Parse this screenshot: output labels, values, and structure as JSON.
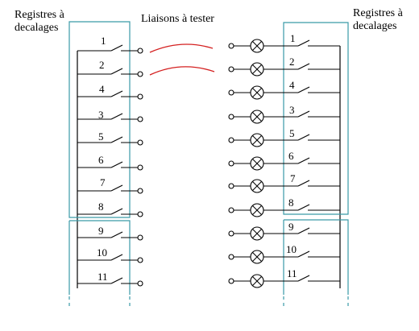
{
  "header": {
    "left_label_line1": "Registres à",
    "left_label_line2": "decalages",
    "center_label": "Liaisons à tester",
    "right_label_line1": "Registres à",
    "right_label_line2": "decalages"
  },
  "left_switches": [
    "1",
    "2",
    "4",
    "3",
    "5",
    "6",
    "7",
    "8",
    "9",
    "10",
    "11"
  ],
  "right_switches": [
    "1",
    "2",
    "4",
    "3",
    "5",
    "6",
    "7",
    "8",
    "9",
    "10",
    "11"
  ],
  "registers": [
    {
      "side": "left",
      "covers": [
        "1",
        "2",
        "4",
        "3",
        "5",
        "6",
        "7",
        "8"
      ]
    },
    {
      "side": "left",
      "covers": [
        "9",
        "10",
        "11"
      ]
    },
    {
      "side": "right",
      "covers": [
        "1",
        "2",
        "4",
        "3",
        "5",
        "6",
        "7",
        "8"
      ]
    },
    {
      "side": "right",
      "covers": [
        "9",
        "10",
        "11"
      ]
    }
  ],
  "tested_links": [
    "1",
    "2"
  ],
  "colors": {
    "wire": "#000000",
    "register_box": "#3a9aa8",
    "tested_link": "#d42020"
  }
}
